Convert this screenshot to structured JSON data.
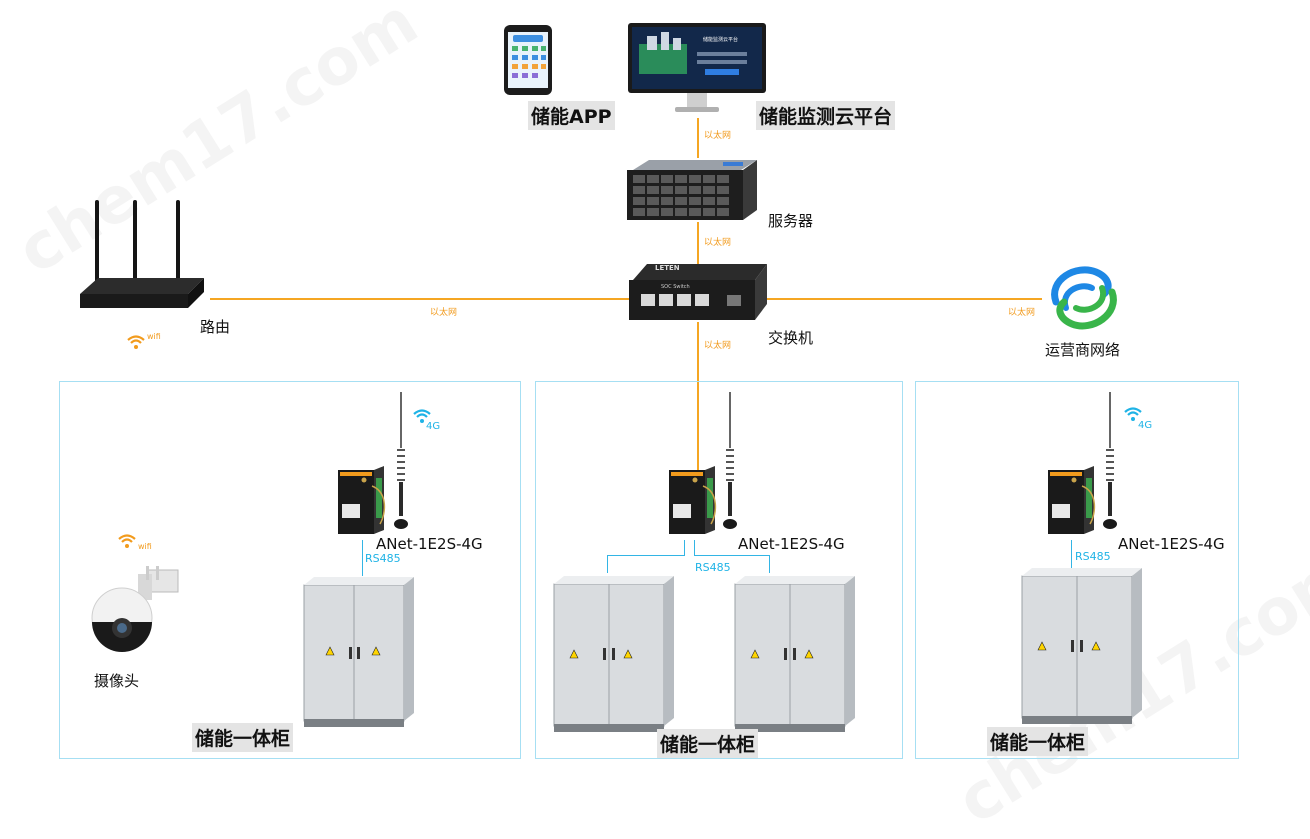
{
  "top": {
    "app_label": "储能APP",
    "platform_label": "储能监测云平台",
    "monitor_screen_text": "储能监测云平台"
  },
  "network": {
    "server_label": "服务器",
    "switch_label": "交换机",
    "router_label": "路由",
    "carrier_label": "运营商网络",
    "switch_brand": "LETEN",
    "switch_model": "SOC Switch",
    "ethernet": "以太网",
    "wifi": "wifi",
    "g4": "4G"
  },
  "zones": [
    {
      "gateway_label": "ANet-1E2S-4G",
      "bus_label": "RS485",
      "cabinet_label": "储能一体柜",
      "camera_label": "摄像头"
    },
    {
      "gateway_label": "ANet-1E2S-4G",
      "bus_label": "RS485",
      "cabinet_label": "储能一体柜"
    },
    {
      "gateway_label": "ANet-1E2S-4G",
      "bus_label": "RS485",
      "cabinet_label": "储能一体柜"
    }
  ],
  "watermark": "chem17.com",
  "colors": {
    "ethernet_line": "#f5a623",
    "rs485_line": "#33b5e5",
    "zone_border": "#a6dff3",
    "carrier_green": "#39b54a",
    "carrier_blue": "#1e88e5"
  }
}
